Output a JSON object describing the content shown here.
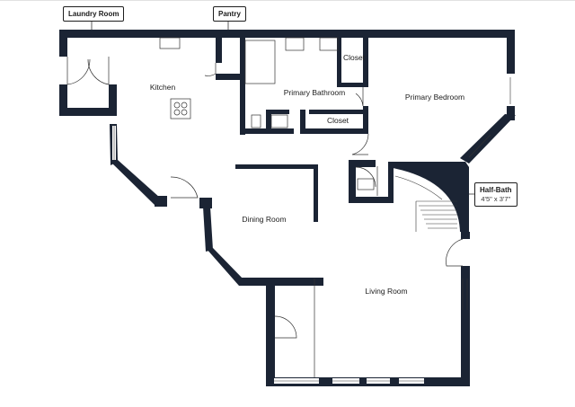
{
  "rooms": {
    "kitchen": "Kitchen",
    "primary_bathroom": "Primary Bathroom",
    "primary_bedroom": "Primary Bedroom",
    "closet_1": "Closet",
    "closet_2": "Closet",
    "dining_room": "Dining Room",
    "living_room": "Living Room"
  },
  "callouts": {
    "laundry_room": "Laundry Room",
    "pantry": "Pantry",
    "half_bath": "Half-Bath",
    "half_bath_dims": "4'5\" x 3'7\""
  },
  "colors": {
    "wall": "#1b2434",
    "line": "#333333",
    "background": "#ffffff"
  }
}
